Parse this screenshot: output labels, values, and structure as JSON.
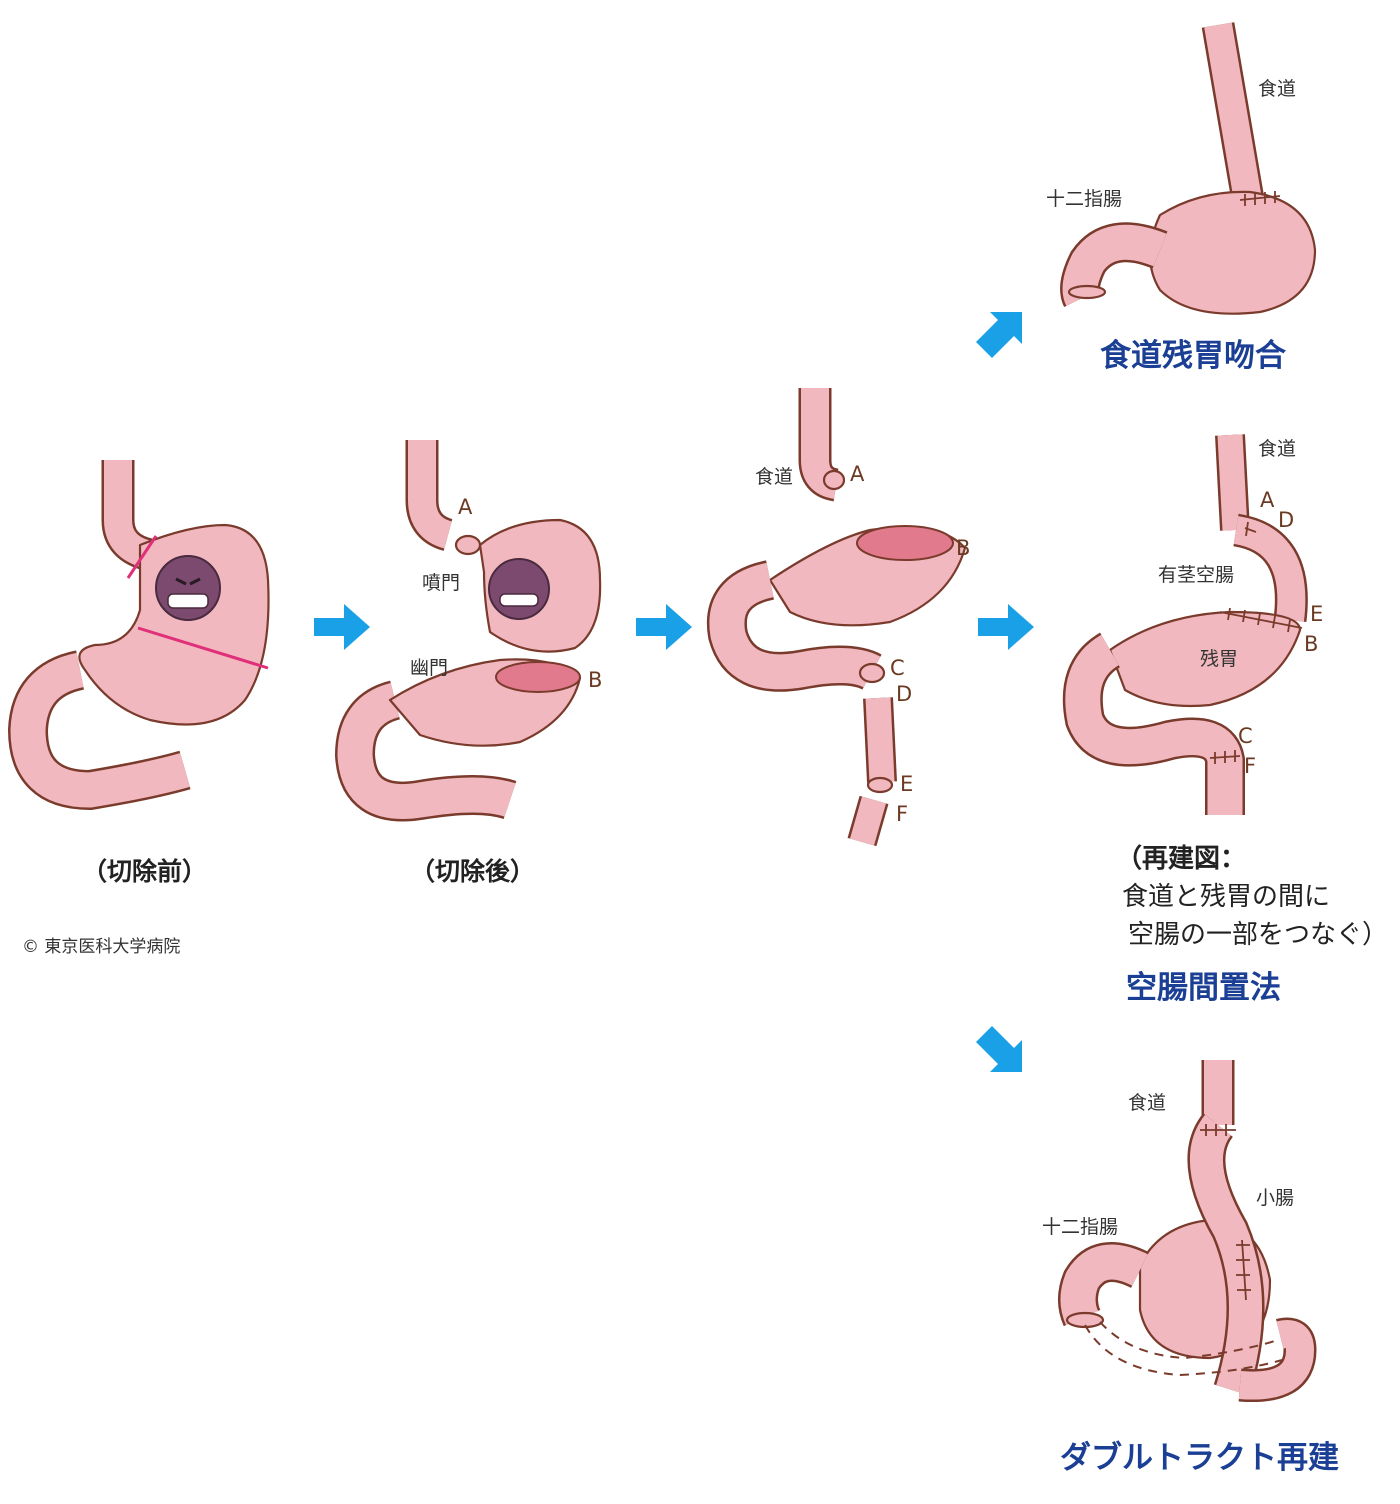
{
  "colors": {
    "tissue": "#f1b9bf",
    "tissue_outline": "#7a3a2c",
    "lumen": "#e07a8c",
    "arrow": "#1aa0e6",
    "cut_line": "#e0307a",
    "tumor": "#7b4a6e",
    "title": "#1a3f94"
  },
  "copyright": "© 東京医科大学病院",
  "panels": {
    "before": {
      "caption": "（切除前）"
    },
    "after": {
      "caption": "（切除後）",
      "labels": {
        "cardia": "噴門",
        "pylorus": "幽門"
      },
      "letters": {
        "a": "A",
        "b": "B"
      }
    },
    "prep": {
      "labels": {
        "esophagus": "食道"
      },
      "letters": {
        "a": "A",
        "b": "B",
        "c": "C",
        "d": "D",
        "e": "E",
        "f": "F"
      }
    }
  },
  "methods": {
    "esophagogastric": {
      "title": "食道残胃吻合",
      "labels": {
        "esophagus": "食道",
        "duodenum": "十二指腸"
      }
    },
    "jejunal_interposition": {
      "title": "空腸間置法",
      "labels": {
        "esophagus": "食道",
        "pedicled_jejunum": "有茎空腸",
        "remnant_stomach": "残胃"
      },
      "letters": {
        "a": "A",
        "d1": "D",
        "e": "E",
        "b": "B",
        "c": "C",
        "f": "F"
      },
      "note_line1": "（再建図：",
      "note_line2": "食道と残胃の間に",
      "note_line3": "空腸の一部をつなぐ）"
    },
    "double_tract": {
      "title": "ダブルトラクト再建",
      "labels": {
        "esophagus": "食道",
        "small_intestine": "小腸",
        "duodenum": "十二指腸"
      }
    }
  }
}
